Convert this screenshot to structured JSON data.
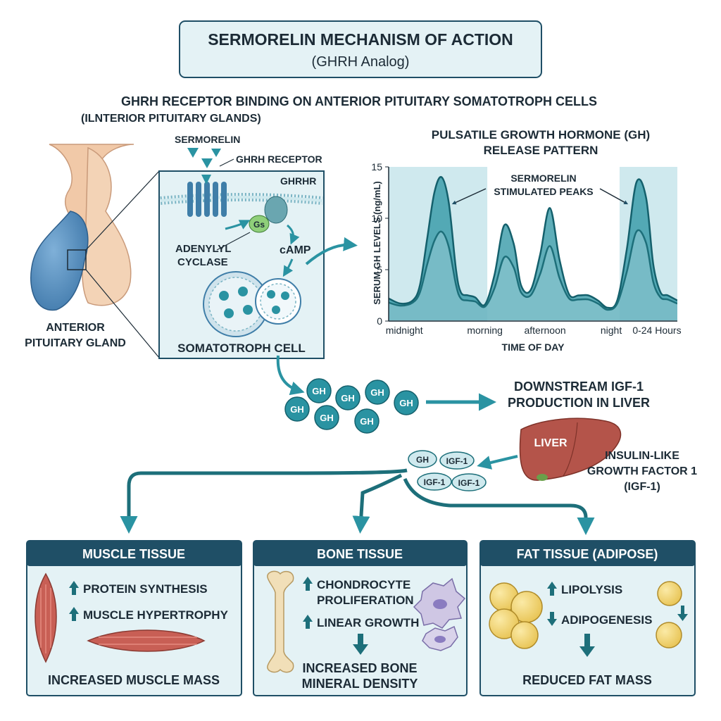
{
  "title": {
    "main": "SERMORELIN MECHANISM OF ACTION",
    "sub": "(GHRH Analog)"
  },
  "binding": {
    "heading": "GHRH RECEPTOR BINDING ON ANTERIOR PITUITARY SOMATOTROPH CELLS",
    "subheading": "(ILNTERIOR PITUITARY GLANDS)",
    "sermorelin_label": "SERMORELIN",
    "receptor_label": "GHRH RECEPTOR",
    "ghrhr_label": "GHRHR",
    "gs_label": "Gs",
    "adenylyl_label_1": "ADENYLYL",
    "adenylyl_label_2": "CYCLASE",
    "camp_label": "cAMP",
    "cell_label": "SOMATOTROPH CELL",
    "gland_label_1": "ANTERIOR",
    "gland_label_2": "PITUITARY GLAND"
  },
  "gh_release": {
    "token_label": "GH",
    "tokens": [
      "GH",
      "GH",
      "GH",
      "GH",
      "GH",
      "GH",
      "GH"
    ]
  },
  "chart_data": {
    "type": "area",
    "title": "PULSATILE GROWTH HORMONE (GH) RELEASE PATTERN",
    "title_line1": "PULSATILE GROWTH HORMONE (GH)",
    "title_line2": "RELEASE PATTERN",
    "xlabel": "TIME OF DAY",
    "ylabel": "SERUM GH LEVELS (ng/mL)",
    "ylim": [
      0,
      15
    ],
    "xlim": [
      0,
      24
    ],
    "yticks": [
      0,
      5,
      10,
      15
    ],
    "xtick_labels": [
      {
        "x": 1.3,
        "label": "midnight"
      },
      {
        "x": 8.0,
        "label": "morning"
      },
      {
        "x": 13.0,
        "label": "afternoon"
      },
      {
        "x": 18.5,
        "label": "night"
      },
      {
        "x": 22.3,
        "label": "0-24 Hours"
      }
    ],
    "shaded_bands": [
      [
        0,
        8.2
      ],
      [
        19.2,
        24
      ]
    ],
    "annotation_1": "SERMORELIN",
    "annotation_2": "STIMULATED PEAKS",
    "series": [
      {
        "x": [
          0,
          1,
          2,
          2.6,
          3.2,
          3.8,
          4.4,
          5.0,
          5.6,
          6.0,
          6.6,
          7.2,
          8.0,
          8.8,
          9.6,
          10.4,
          11.0,
          11.8,
          12.6,
          13.4,
          14.2,
          15.0,
          15.8,
          16.6,
          17.4,
          18.2,
          19.0,
          19.8,
          20.6,
          21.4,
          22.0,
          22.6,
          23.2,
          24
        ],
        "values": [
          2.2,
          1.7,
          2.0,
          3.5,
          8.0,
          12.5,
          14.0,
          11.5,
          5.0,
          2.8,
          2.5,
          2.3,
          1.6,
          4.5,
          9.3,
          7.5,
          3.5,
          3.0,
          6.5,
          11.0,
          6.0,
          2.6,
          2.5,
          2.5,
          2.0,
          1.3,
          2.0,
          7.0,
          13.5,
          12.0,
          5.5,
          2.8,
          2.5,
          2.0
        ]
      },
      {
        "x": [
          0,
          1,
          2,
          2.6,
          3.2,
          3.8,
          4.4,
          5.0,
          5.6,
          6.0,
          6.6,
          7.2,
          8.0,
          8.8,
          9.6,
          10.4,
          11.0,
          11.8,
          12.6,
          13.4,
          14.2,
          15.0,
          15.8,
          16.6,
          17.4,
          18.2,
          19.0,
          19.8,
          20.6,
          21.4,
          22.0,
          22.6,
          23.2,
          24
        ],
        "values": [
          1.8,
          1.5,
          1.8,
          2.8,
          5.5,
          7.8,
          8.7,
          7.2,
          3.5,
          2.2,
          2.0,
          1.9,
          1.4,
          3.2,
          6.2,
          5.2,
          2.8,
          2.5,
          4.6,
          7.3,
          4.2,
          2.2,
          2.1,
          2.1,
          1.7,
          1.1,
          1.7,
          4.8,
          8.7,
          7.6,
          3.8,
          2.3,
          2.1,
          1.7
        ]
      }
    ]
  },
  "liver": {
    "heading_1": "DOWNSTREAM IGF-1",
    "heading_2": "PRODUCTION IN LIVER",
    "organ_label": "LIVER",
    "igf_label_1": "INSULIN-LIKE",
    "igf_label_2": "GROWTH FACTOR 1",
    "igf_label_3": "(IGF-1)",
    "pill_gh": "GH",
    "pill_igf_a": "IGF-1",
    "pill_igf_b": "IGF-1",
    "pill_igf_c": "IGF-1"
  },
  "tissues": {
    "muscle": {
      "header": "MUSCLE TISSUE",
      "item_1": "PROTEIN SYNTHESIS",
      "item_2": "MUSCLE HYPERTROPHY",
      "result": "INCREASED MUSCLE MASS"
    },
    "bone": {
      "header": "BONE TISSUE",
      "item_1a": "CHONDROCYTE",
      "item_1b": "PROLIFERATION",
      "item_2": "LINEAR GROWTH",
      "result_1": "INCREASED BONE",
      "result_2": "MINERAL DENSITY"
    },
    "fat": {
      "header": "FAT TISSUE (ADIPOSE)",
      "item_1": "LIPOLYSIS",
      "item_2": "ADIPOGENESIS",
      "result": "REDUCED FAT MASS"
    }
  },
  "colors": {
    "teal_dark": "#1d6f7a",
    "teal": "#2a93a2",
    "teal_light": "#cfe9ee",
    "navy": "#1f4f66",
    "box_bg": "#e4f2f5",
    "liver": "#b4544a",
    "fat": "#f2d46a"
  },
  "icons": [
    "arrow-up-icon",
    "arrow-down-icon",
    "muscle-icon",
    "bone-icon",
    "bone-cell-icon",
    "fat-cell-icon",
    "liver-icon",
    "pituitary-gland-icon",
    "receptor-icon",
    "vesicle-icon"
  ]
}
